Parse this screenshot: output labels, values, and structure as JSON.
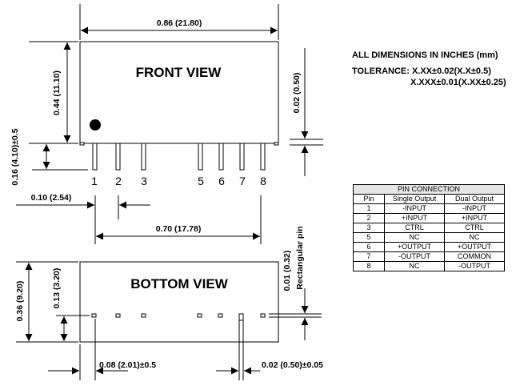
{
  "front": {
    "title": "FRONT VIEW",
    "width_dim": "0.86 (21.80)",
    "height_dim": "0.44 (11.10)",
    "pin_length_dim": "0.16 (4.10)±0.5",
    "pin_width_dim": "0.02 (0.50)",
    "pin_labels": [
      "1",
      "2",
      "3",
      "5",
      "6",
      "7",
      "8"
    ]
  },
  "spacing": {
    "edge_dim": "0.10 (2.54)",
    "span_dim": "0.70 (17.78)"
  },
  "bottom": {
    "title": "BOTTOM VIEW",
    "height_dim": "0.36 (9.20)",
    "pin_offset_dim": "0.13 (3.20)",
    "pin_thickness_dim": "0.01 (0.32)",
    "pin_shape_label": "Rectangular pin",
    "pitch_dim": "0.08 (2.01)±0.5",
    "pin_width_dim": "0.02 (0.50)±0.05"
  },
  "notes": {
    "units": "ALL DIMENSIONS IN INCHES (mm)",
    "tolerance_1": "TOLERANCE: X.XX±0.02(X.X±0.5)",
    "tolerance_2": "X.XXX±0.01(X.XX±0.25)"
  },
  "pin_table": {
    "caption": "PIN CONNECTION",
    "headers": [
      "Pin",
      "Single Output",
      "Dual Output"
    ],
    "rows": [
      [
        "1",
        "-INPUT",
        "-INPUT"
      ],
      [
        "2",
        "+INPUT",
        "+INPUT"
      ],
      [
        "3",
        "CTRL",
        "CTRL"
      ],
      [
        "5",
        "NC",
        "NC"
      ],
      [
        "6",
        "+OUTPUT",
        "+OUTPUT"
      ],
      [
        "7",
        "-OUTPUT",
        "COMMON"
      ],
      [
        "8",
        "NC",
        "-OUTPUT"
      ]
    ]
  }
}
